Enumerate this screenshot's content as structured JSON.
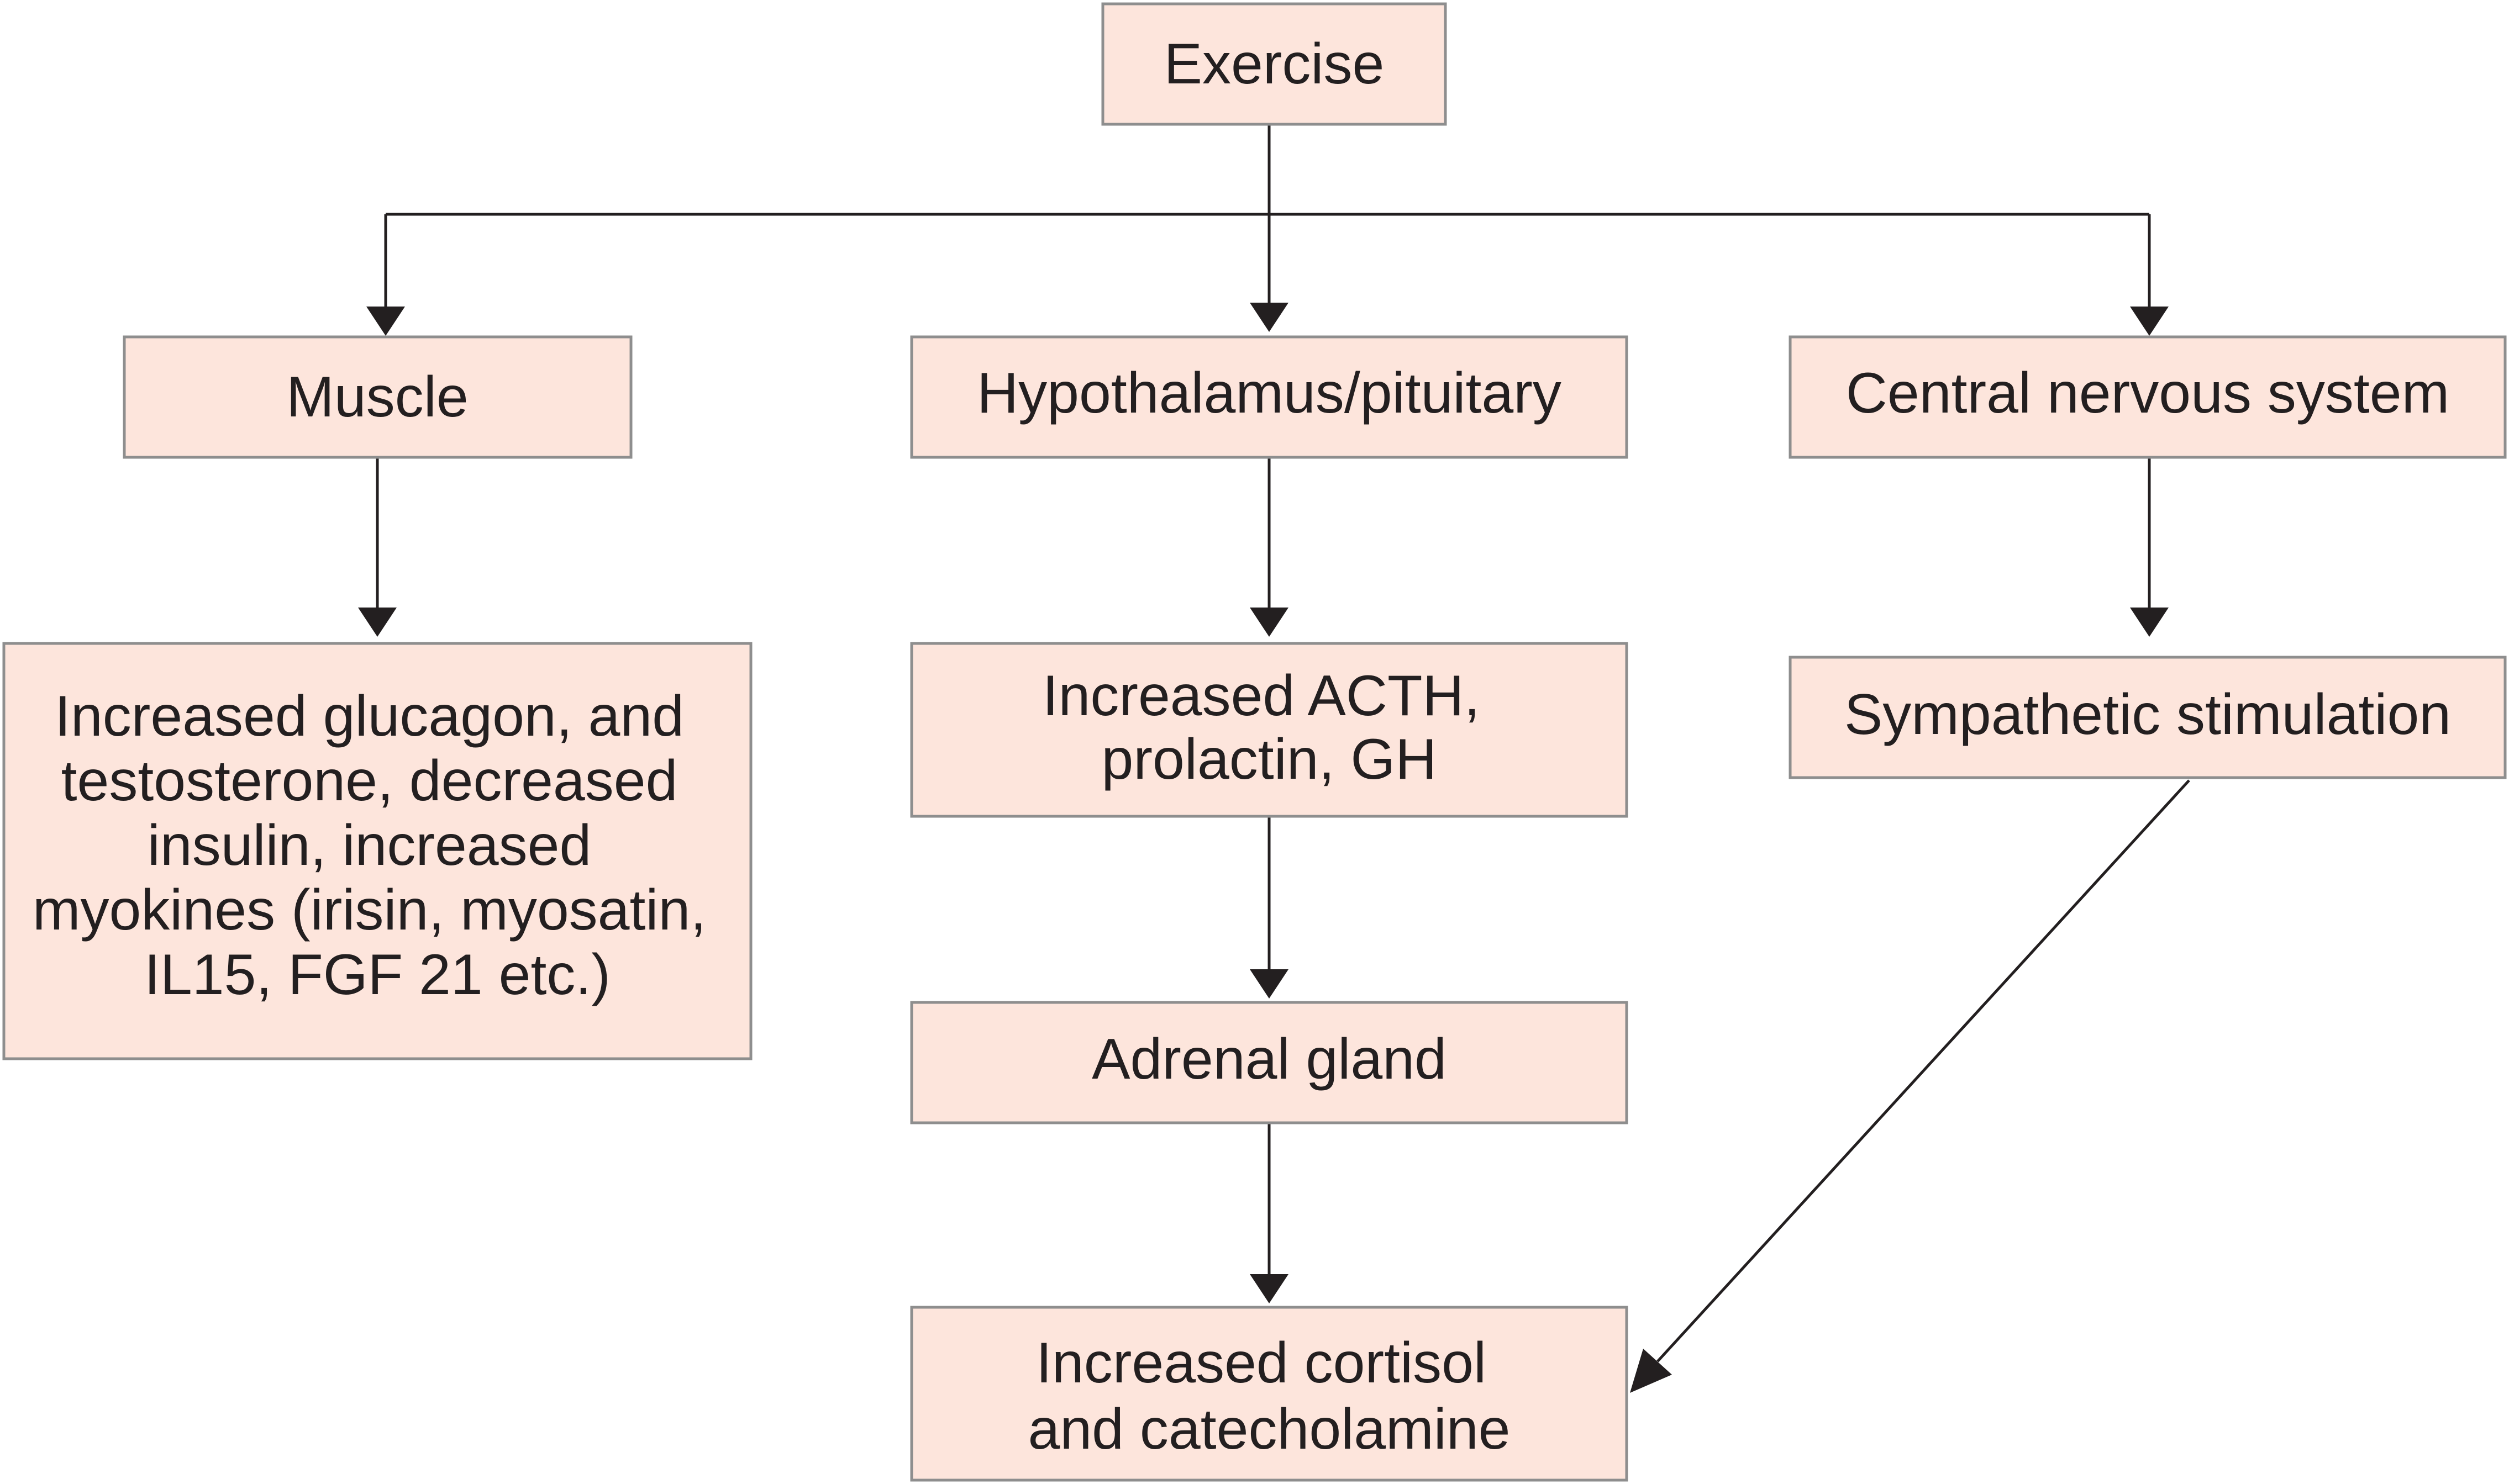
{
  "diagram": {
    "nodes": {
      "exercise": {
        "lines": [
          "Exercise"
        ]
      },
      "muscle": {
        "lines": [
          "Muscle"
        ]
      },
      "hypothalamus": {
        "lines": [
          "Hypothalamus/pituitary"
        ]
      },
      "cns": {
        "lines": [
          "Central nervous system"
        ]
      },
      "muscle_effects": {
        "lines": [
          "Increased glucagon, and",
          "testosterone, decreased",
          "insulin, increased",
          "myokines (irisin, myosatin,",
          "IL15, FGF 21 etc.)"
        ]
      },
      "acth": {
        "lines": [
          "Increased ACTH,",
          "prolactin, GH"
        ]
      },
      "sympathetic": {
        "lines": [
          "Sympathetic stimulation"
        ]
      },
      "adrenal": {
        "lines": [
          "Adrenal gland"
        ]
      },
      "cortisol": {
        "lines": [
          "Increased cortisol",
          "and catecholamine"
        ]
      }
    },
    "edges": [
      {
        "from": "exercise",
        "to": "muscle"
      },
      {
        "from": "exercise",
        "to": "hypothalamus"
      },
      {
        "from": "exercise",
        "to": "cns"
      },
      {
        "from": "muscle",
        "to": "muscle_effects"
      },
      {
        "from": "hypothalamus",
        "to": "acth"
      },
      {
        "from": "acth",
        "to": "adrenal"
      },
      {
        "from": "adrenal",
        "to": "cortisol"
      },
      {
        "from": "cns",
        "to": "sympathetic"
      },
      {
        "from": "sympathetic",
        "to": "cortisol"
      }
    ]
  }
}
